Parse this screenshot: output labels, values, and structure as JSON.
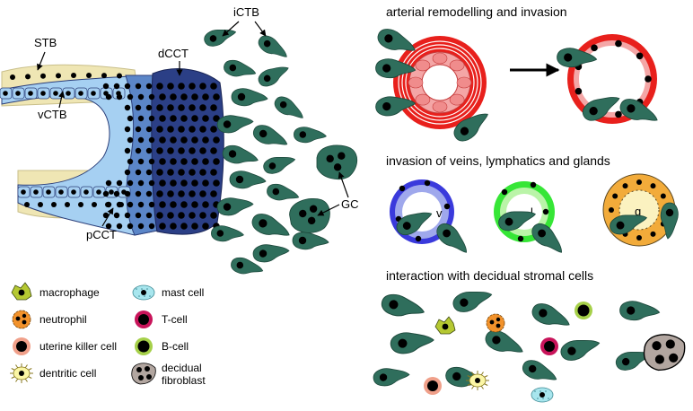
{
  "labels": {
    "stb": "STB",
    "vctb": "vCTB",
    "pcct": "pCCT",
    "dcct": "dCCT",
    "ictb": "iCTB",
    "gc": "GC"
  },
  "panels": {
    "arterial": {
      "title": "arterial remodelling and invasion"
    },
    "veins": {
      "title": "invasion of veins, lymphatics and glands",
      "vein_label": "v",
      "lymph_label": "l",
      "gland_label": "g"
    },
    "stromal": {
      "title": "interaction with decidual stromal cells"
    }
  },
  "legend": {
    "items": [
      {
        "icon": "macrophage-icon",
        "label": "macrophage",
        "color": "#b5c832"
      },
      {
        "icon": "neutrophil-icon",
        "label": "neutrophil",
        "color": "#f2922b"
      },
      {
        "icon": "uterine-killer-cell-icon",
        "label": "uterine killer cell",
        "color": "#f0a08a"
      },
      {
        "icon": "dendritic-cell-icon",
        "label": "dentritic cell",
        "color": "#fbf6a4"
      },
      {
        "icon": "mast-cell-icon",
        "label": "mast cell",
        "color": "#a8e6ee"
      },
      {
        "icon": "t-cell-icon",
        "label": "T-cell",
        "color": "#c8145a"
      },
      {
        "icon": "b-cell-icon",
        "label": "B-cell",
        "color": "#a6d04a"
      },
      {
        "icon": "decidual-fibroblast-icon",
        "label": "decidual",
        "label2": "fibroblast",
        "color": "#b2a6a0"
      }
    ]
  },
  "colors": {
    "trophoblast": "#2f6e5c",
    "stb": "#efe6b4",
    "light_blue": "#a6d0f2",
    "mid_blue": "#5b86c8",
    "dark_blue": "#2b3f86",
    "artery_red": "#e8201c",
    "vein_blue": "#3a3adc",
    "lymph_green": "#36e636",
    "gland_orange": "#f2ab3a"
  }
}
